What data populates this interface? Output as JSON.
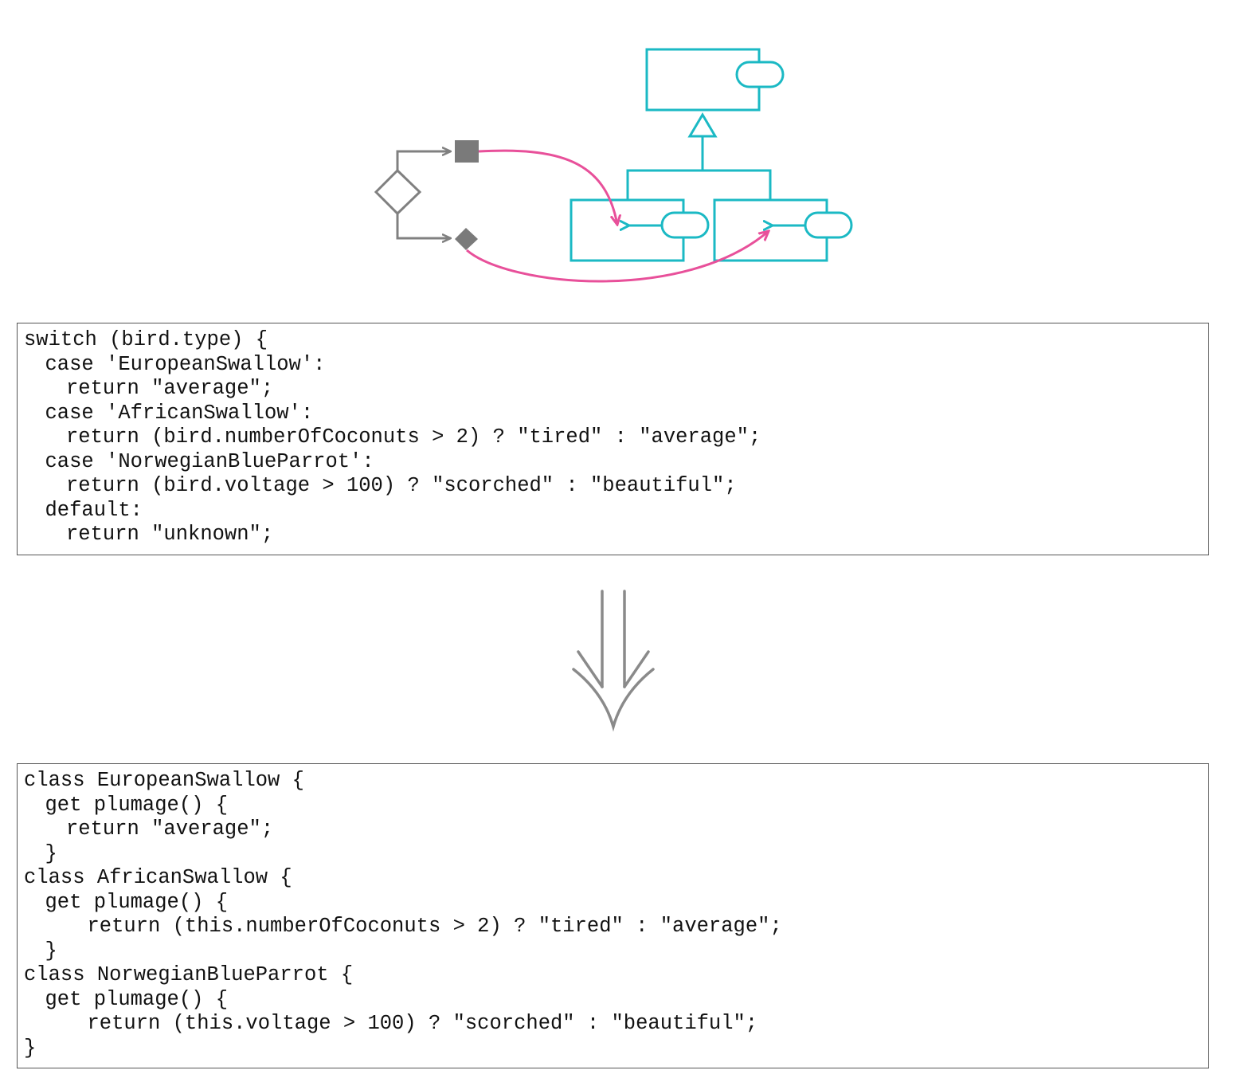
{
  "colors": {
    "flow": "#808080",
    "classes": "#1bb9c4",
    "link": "#e8509a",
    "code_text": "#111111",
    "box_border": "#555555"
  },
  "icons": [
    "decision-diamond-icon",
    "square-node-icon",
    "diamond-node-icon",
    "class-box-icon",
    "method-pill-icon",
    "inheritance-triangle-icon",
    "refactor-down-arrow-icon"
  ],
  "before_code": [
    {
      "indent": 0,
      "text": "switch (bird.type) {"
    },
    {
      "indent": 1,
      "text": "case 'EuropeanSwallow':"
    },
    {
      "indent": 2,
      "text": "return \"average\";"
    },
    {
      "indent": 1,
      "text": "case 'AfricanSwallow':"
    },
    {
      "indent": 2,
      "text": "return (bird.numberOfCoconuts > 2) ? \"tired\" : \"average\";"
    },
    {
      "indent": 1,
      "text": "case 'NorwegianBlueParrot':"
    },
    {
      "indent": 2,
      "text": "return (bird.voltage > 100) ? \"scorched\" : \"beautiful\";"
    },
    {
      "indent": 1,
      "text": "default:"
    },
    {
      "indent": 2,
      "text": "return \"unknown\";"
    }
  ],
  "after_code": [
    {
      "indent": 0,
      "text": "class EuropeanSwallow {"
    },
    {
      "indent": 1,
      "text": "get plumage() {"
    },
    {
      "indent": 2,
      "text": "return \"average\";"
    },
    {
      "indent": 1,
      "text": "}"
    },
    {
      "indent": 0,
      "text": "class AfricanSwallow {"
    },
    {
      "indent": 1,
      "text": "get plumage() {"
    },
    {
      "indent": 3,
      "text": "return (this.numberOfCoconuts > 2) ? \"tired\" : \"average\";"
    },
    {
      "indent": 1,
      "text": "}"
    },
    {
      "indent": 0,
      "text": "class NorwegianBlueParrot {"
    },
    {
      "indent": 1,
      "text": "get plumage() {"
    },
    {
      "indent": 3,
      "text": "return (this.voltage > 100) ? \"scorched\" : \"beautiful\";"
    },
    {
      "indent": 0,
      "text": "}"
    }
  ]
}
